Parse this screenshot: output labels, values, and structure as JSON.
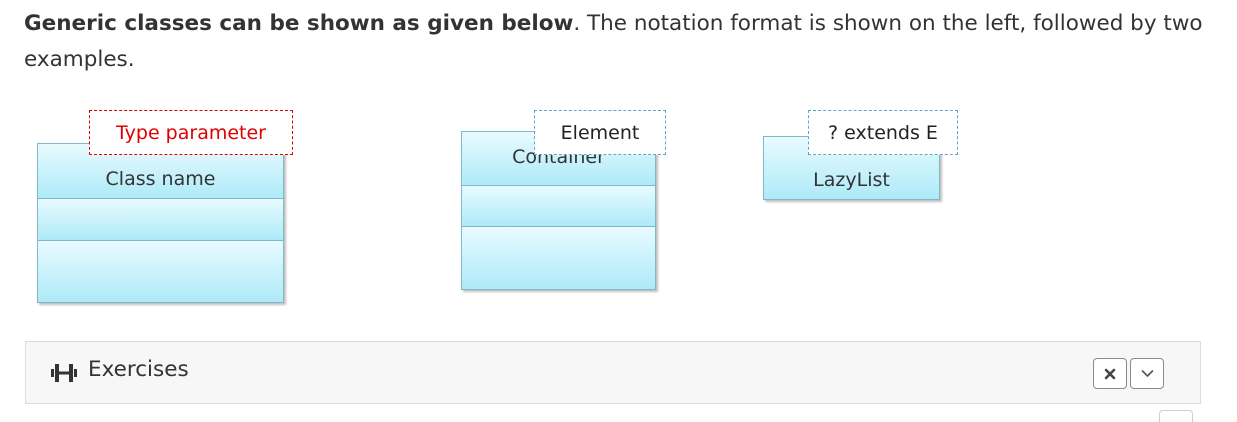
{
  "intro": {
    "bold": "Generic classes can be shown as given below",
    "rest": ". The notation format is shown on the left, followed by two examples."
  },
  "diagram": {
    "notation": {
      "type_parameter": "Type parameter",
      "class_name": "Class name"
    },
    "example1": {
      "type_parameter": "Element",
      "class_name": "Container"
    },
    "example2": {
      "type_parameter": "? extends E",
      "class_name": "LazyList"
    },
    "colors": {
      "param_border": "#5aa7c7",
      "notation_param": "#e00000",
      "class_fill_top": "#e8fbff",
      "class_fill_bottom": "#aeeaf8"
    }
  },
  "exercises": {
    "icon": "dumbbell-icon",
    "label": "Exercises",
    "close_icon": "close-icon",
    "expand_icon": "chevron-down-icon"
  }
}
